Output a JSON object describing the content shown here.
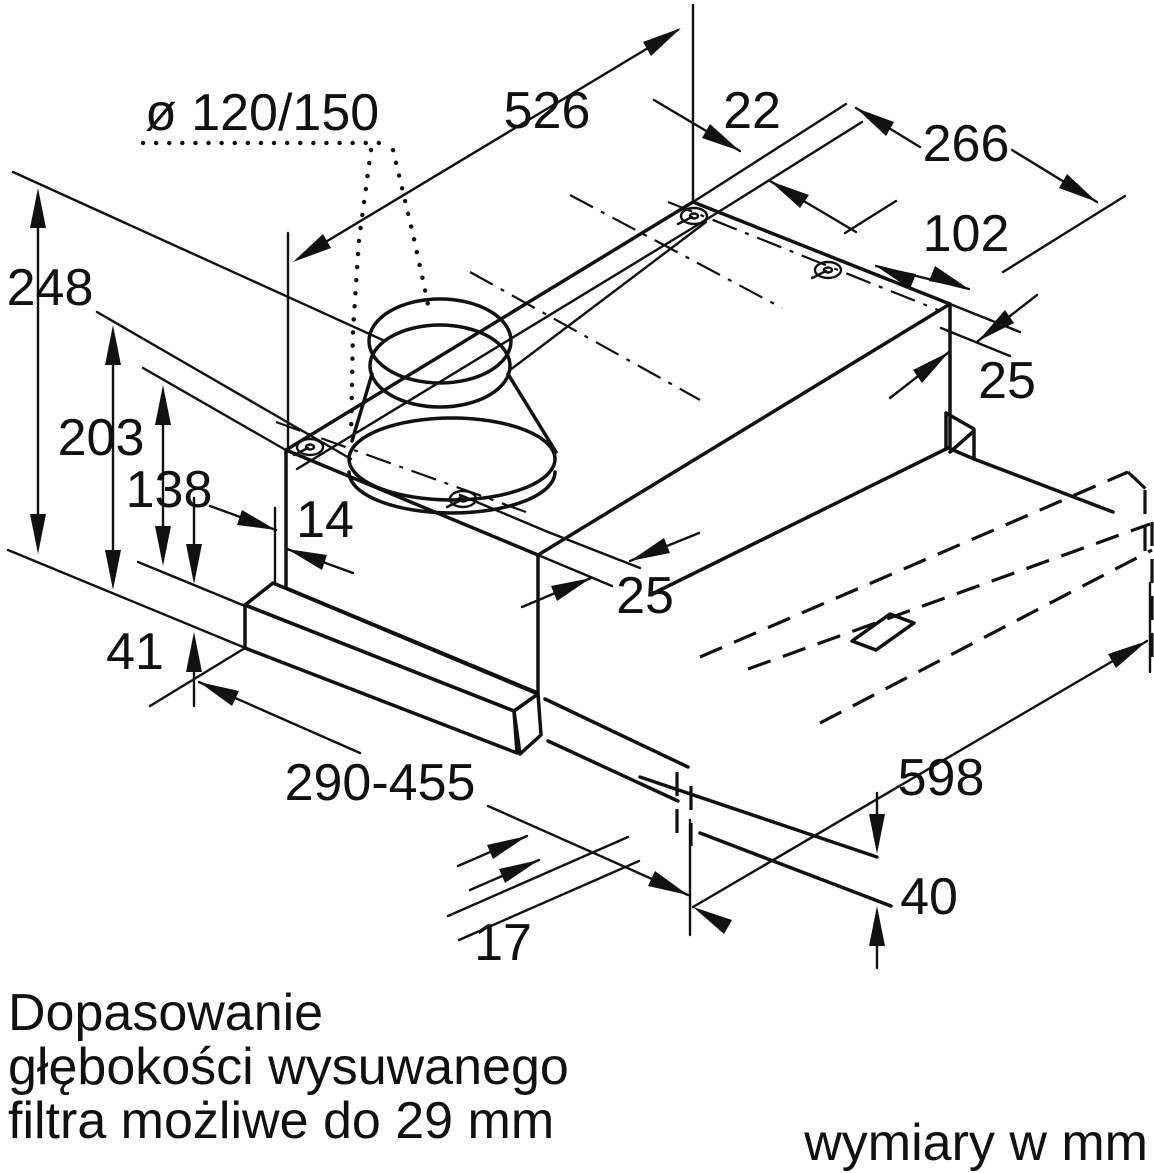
{
  "drawing": {
    "background": "#ffffff",
    "line_color": "#111111",
    "dimensions": {
      "duct_diameter": "ø 120/150",
      "top_width": "526",
      "back_flange": "22",
      "top_depth": "266",
      "screw_offset": "102",
      "right_flange": "25",
      "total_height": "248",
      "body_height": "203",
      "front_height": "138",
      "side_inset": "14",
      "front_flange": "25",
      "strip_height": "41",
      "pullout_adjust": "290-455",
      "panel_thickness": "17",
      "pullout_depth": "598",
      "panel_drop": "40"
    },
    "notes": {
      "line1": "Dopasowanie",
      "line2": "głębokości wysuwanego",
      "line3": "filtra możliwe do 29 mm"
    },
    "units_label": "wymiary w mm"
  }
}
